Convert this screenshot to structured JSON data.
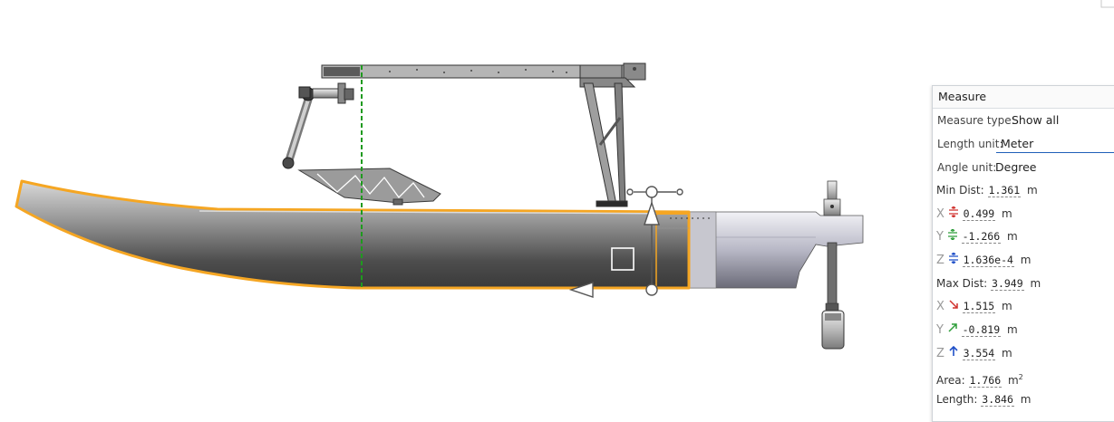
{
  "panel": {
    "title": "Measure",
    "measure_type": {
      "label": "Measure type:",
      "value": "Show all"
    },
    "length_unit": {
      "label": "Length unit:",
      "value": "Meter"
    },
    "angle_unit": {
      "label": "Angle unit:",
      "value": "Degree"
    },
    "min_dist": {
      "label": "Min Dist:",
      "value": "1.361",
      "unit": "m"
    },
    "min_x": {
      "axis": "X",
      "value": "0.499",
      "unit": "m"
    },
    "min_y": {
      "axis": "Y",
      "value": "-1.266",
      "unit": "m"
    },
    "min_z": {
      "axis": "Z",
      "value": "1.636e-4",
      "unit": "m"
    },
    "max_dist": {
      "label": "Max Dist:",
      "value": "3.949",
      "unit": "m"
    },
    "max_x": {
      "axis": "X",
      "value": "1.515",
      "unit": "m"
    },
    "max_y": {
      "axis": "Y",
      "value": "-0.819",
      "unit": "m"
    },
    "max_z": {
      "axis": "Z",
      "value": "3.554",
      "unit": "m"
    },
    "area": {
      "label": "Area:",
      "value": "1.766",
      "unit": "m",
      "unit_sup": "2"
    },
    "length": {
      "label": "Length:",
      "value": "3.846",
      "unit": "m"
    }
  },
  "colors": {
    "selection_outline": "#f5a623",
    "measure_line": "#1f9a1f",
    "x_axis": "#d0312d",
    "y_axis": "#2e9e3a",
    "z_axis": "#1f4fc8",
    "accent": "#1f5fb8"
  },
  "icons": {
    "caret": "chevron-down-icon",
    "x_component": "axis-x-icon",
    "y_component": "axis-y-icon",
    "z_component": "axis-z-icon"
  }
}
